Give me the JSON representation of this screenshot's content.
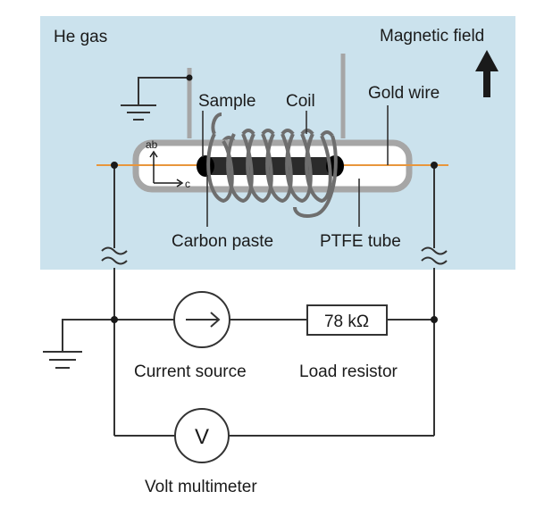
{
  "labels": {
    "he_gas": "He gas",
    "magnetic_field": "Magnetic field",
    "sample": "Sample",
    "coil": "Coil",
    "gold_wire": "Gold wire",
    "carbon_paste": "Carbon paste",
    "ptfe_tube": "PTFE tube",
    "current_source": "Current source",
    "load_resistor": "Load resistor",
    "resistor_value": "78 kΩ",
    "volt_multimeter": "Volt multimeter",
    "voltmeter_symbol": "V",
    "axis_ab": "ab",
    "axis_c": "c"
  },
  "colors": {
    "chamber_fill": "#cbe2ed",
    "gold_wire": "#e8963c",
    "tube_outline": "#a6a6a6",
    "sample": "#2b2b2b",
    "wire": "#333333"
  },
  "icons": {
    "field_direction": "up-arrow-icon",
    "ground": "ground-icon",
    "current_source": "current-source-icon",
    "voltmeter": "voltmeter-icon"
  }
}
